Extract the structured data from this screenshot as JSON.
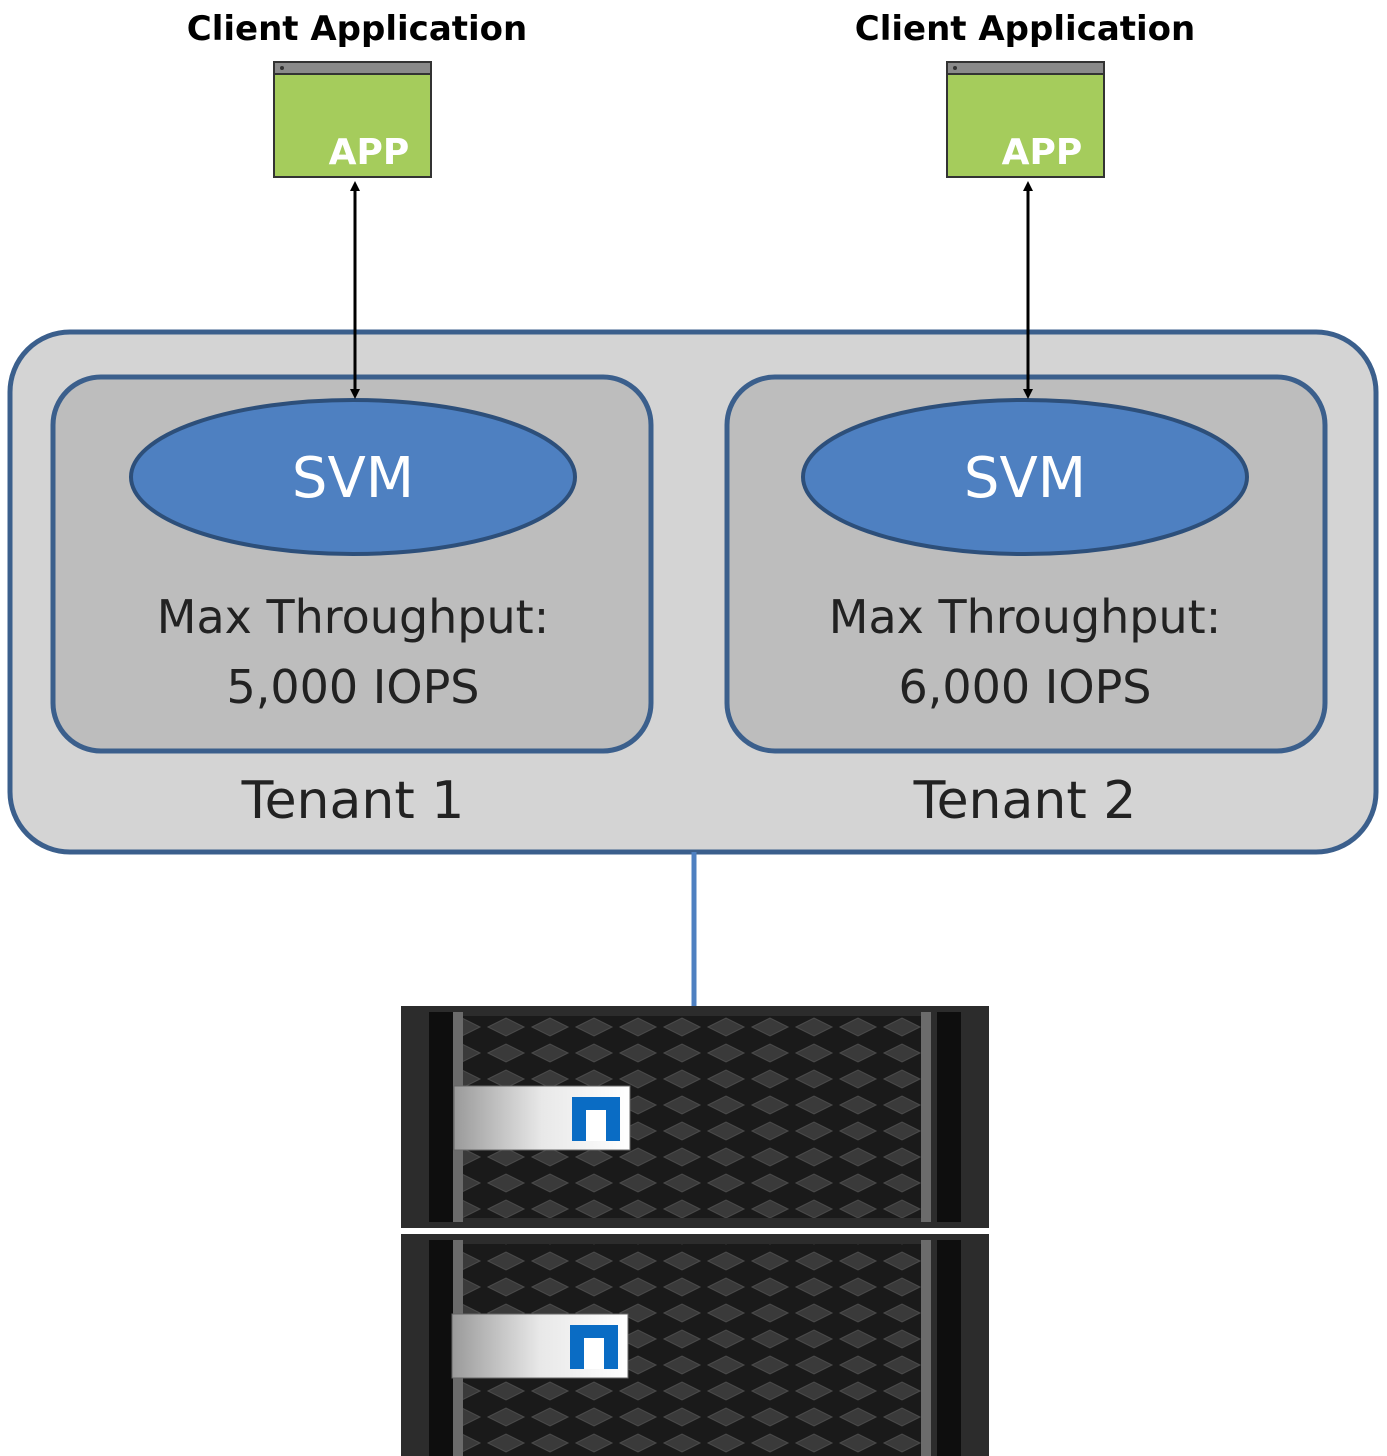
{
  "clients": [
    {
      "title": "Client Application",
      "app_label": "APP"
    },
    {
      "title": "Client Application",
      "app_label": "APP"
    }
  ],
  "tenants": [
    {
      "svm_label": "SVM",
      "throughput_line1": "Max Throughput:",
      "throughput_line2": "5,000 IOPS",
      "name": "Tenant 1"
    },
    {
      "svm_label": "SVM",
      "throughput_line1": "Max Throughput:",
      "throughput_line2": "6,000 IOPS",
      "name": "Tenant 2"
    }
  ],
  "colors": {
    "app_green": "#a5cc5c",
    "svm_blue": "#4e80c1",
    "outline_blue": "#3b5f8c",
    "cluster_gray": "#d4d4d4",
    "tenant_gray": "#bdbdbd",
    "storage_dark": "#2c2c2c",
    "logo_blue": "#0a6cc4"
  },
  "storage": {
    "units": 2,
    "logo_icon": "netapp-logo-icon"
  }
}
